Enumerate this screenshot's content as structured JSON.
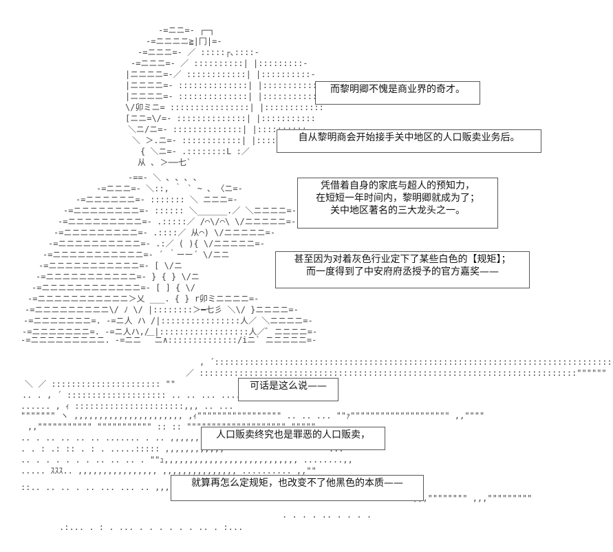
{
  "panel_top": {
    "caption_1": "而黎明卿不愧是商业界的奇才。",
    "caption_2": "自从黎明商会开始接手关中地区的人口贩卖业务后。",
    "caption_3": [
      "凭借着自身的家底与超人的预知力，",
      "在短短一年时间内，黎明卿就成为了；",
      "关中地区著名的三大龙头之一。"
    ],
    "caption_4": [
      "甚至因为对着灰色行业定下了某些白色的【规矩】；",
      "而一度得到了中安府府丞授予的官方嘉奖——"
    ]
  },
  "panel_bottom": {
    "caption_5": "可话是这么说——",
    "caption_6": "人口贩卖终究也是罪恶的人口贩卖，",
    "caption_7": "就算再怎么定规矩，也改变不了他黑色的本质——"
  }
}
